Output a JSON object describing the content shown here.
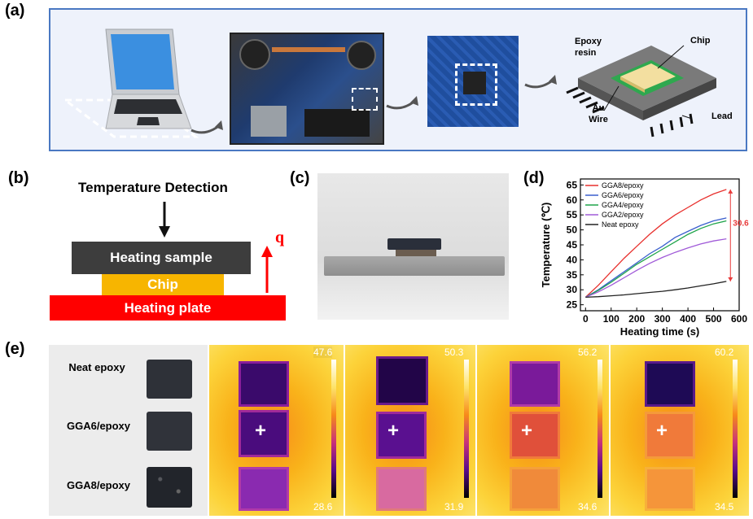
{
  "labels": {
    "a": "(a)",
    "b": "(b)",
    "c": "(c)",
    "d": "(d)",
    "e": "(e)"
  },
  "panel_a": {
    "epoxy_resin": "Epoxy resin",
    "chip": "Chip",
    "au_wire": "Au Wire",
    "lead": "Lead"
  },
  "panel_b": {
    "title": "Temperature Detection",
    "sample": "Heating sample",
    "chip": "Chip",
    "plate": "Heating plate",
    "q": "q",
    "colors": {
      "sample": "#3d3d3d",
      "chip": "#f7b500",
      "plate": "#ff0000",
      "arrow": "#ff0000"
    }
  },
  "panel_e": {
    "rows": [
      "Neat epoxy",
      "GGA6/epoxy",
      "GGA8/epoxy"
    ],
    "scales": [
      {
        "max": "47.6",
        "min": "28.6"
      },
      {
        "max": "50.3",
        "min": "31.9"
      },
      {
        "max": "56.2",
        "min": "34.6"
      },
      {
        "max": "60.2",
        "min": "34.5"
      }
    ]
  },
  "chart_data": {
    "type": "line",
    "xlabel": "Heating time (s)",
    "ylabel": "Temperature (℃)",
    "xlim": [
      -20,
      600
    ],
    "ylim": [
      23,
      67
    ],
    "xticks": [
      0,
      100,
      200,
      300,
      400,
      500,
      600
    ],
    "yticks": [
      25,
      30,
      35,
      40,
      45,
      50,
      55,
      60,
      65
    ],
    "annotation": "30.6 ℃",
    "annotation_color": "#e83a3a",
    "legend_position": "top-left",
    "x": [
      0,
      50,
      100,
      150,
      200,
      250,
      300,
      350,
      400,
      450,
      500,
      550
    ],
    "series": [
      {
        "name": "GGA8/epoxy",
        "color": "#e8302d",
        "values": [
          27.5,
          31.5,
          36.0,
          40.5,
          44.5,
          48.5,
          52.0,
          55.0,
          57.5,
          60.0,
          62.0,
          63.5
        ]
      },
      {
        "name": "GGA6/epoxy",
        "color": "#3a5fcd",
        "values": [
          27.5,
          30.0,
          33.0,
          36.0,
          39.0,
          42.0,
          44.5,
          47.5,
          49.5,
          51.5,
          53.0,
          54.0
        ]
      },
      {
        "name": "GGA4/epoxy",
        "color": "#1fa44a",
        "values": [
          27.5,
          29.8,
          32.5,
          35.5,
          38.5,
          41.0,
          43.5,
          46.0,
          48.5,
          50.5,
          52.0,
          53.0
        ]
      },
      {
        "name": "GGA2/epoxy",
        "color": "#a05ad8",
        "values": [
          27.5,
          29.3,
          31.5,
          34.0,
          36.5,
          38.8,
          40.8,
          42.5,
          44.0,
          45.3,
          46.3,
          47.0
        ]
      },
      {
        "name": "Neat epoxy",
        "color": "#222222",
        "values": [
          27.5,
          27.7,
          28.0,
          28.3,
          28.7,
          29.1,
          29.5,
          30.0,
          30.6,
          31.3,
          32.0,
          32.8
        ]
      }
    ]
  }
}
